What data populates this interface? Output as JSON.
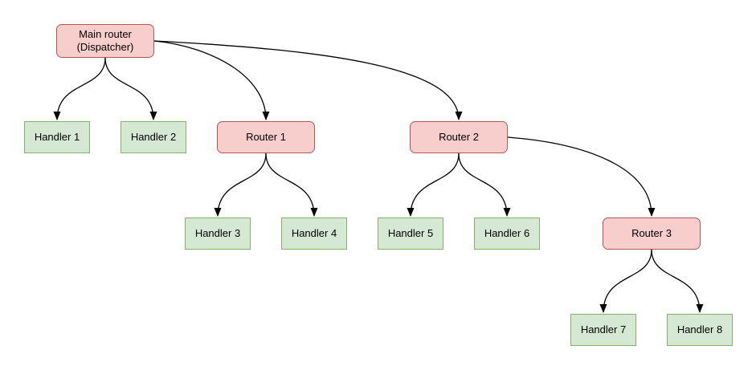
{
  "diagram": {
    "type": "tree-diagram",
    "colors": {
      "router_fill": "#f8cecc",
      "router_stroke": "#b85450",
      "handler_fill": "#d5e8d4",
      "handler_stroke": "#82b366",
      "edge": "#000000",
      "background": "#ffffff"
    },
    "nodes": [
      {
        "id": "main-router",
        "kind": "router",
        "label": "Main router (Dispatcher)",
        "label_line1": "Main router",
        "label_line2": "(Dispatcher)"
      },
      {
        "id": "handler-1",
        "kind": "handler",
        "label": "Handler 1"
      },
      {
        "id": "handler-2",
        "kind": "handler",
        "label": "Handler 2"
      },
      {
        "id": "router-1",
        "kind": "router",
        "label": "Router 1"
      },
      {
        "id": "router-2",
        "kind": "router",
        "label": "Router 2"
      },
      {
        "id": "handler-3",
        "kind": "handler",
        "label": "Handler 3"
      },
      {
        "id": "handler-4",
        "kind": "handler",
        "label": "Handler 4"
      },
      {
        "id": "handler-5",
        "kind": "handler",
        "label": "Handler 5"
      },
      {
        "id": "handler-6",
        "kind": "handler",
        "label": "Handler 6"
      },
      {
        "id": "router-3",
        "kind": "router",
        "label": "Router 3"
      },
      {
        "id": "handler-7",
        "kind": "handler",
        "label": "Handler 7"
      },
      {
        "id": "handler-8",
        "kind": "handler",
        "label": "Handler 8"
      }
    ],
    "edges": [
      {
        "from": "main-router",
        "to": "handler-1"
      },
      {
        "from": "main-router",
        "to": "handler-2"
      },
      {
        "from": "main-router",
        "to": "router-1"
      },
      {
        "from": "main-router",
        "to": "router-2"
      },
      {
        "from": "router-1",
        "to": "handler-3"
      },
      {
        "from": "router-1",
        "to": "handler-4"
      },
      {
        "from": "router-2",
        "to": "handler-5"
      },
      {
        "from": "router-2",
        "to": "handler-6"
      },
      {
        "from": "router-2",
        "to": "router-3"
      },
      {
        "from": "router-3",
        "to": "handler-7"
      },
      {
        "from": "router-3",
        "to": "handler-8"
      }
    ]
  }
}
